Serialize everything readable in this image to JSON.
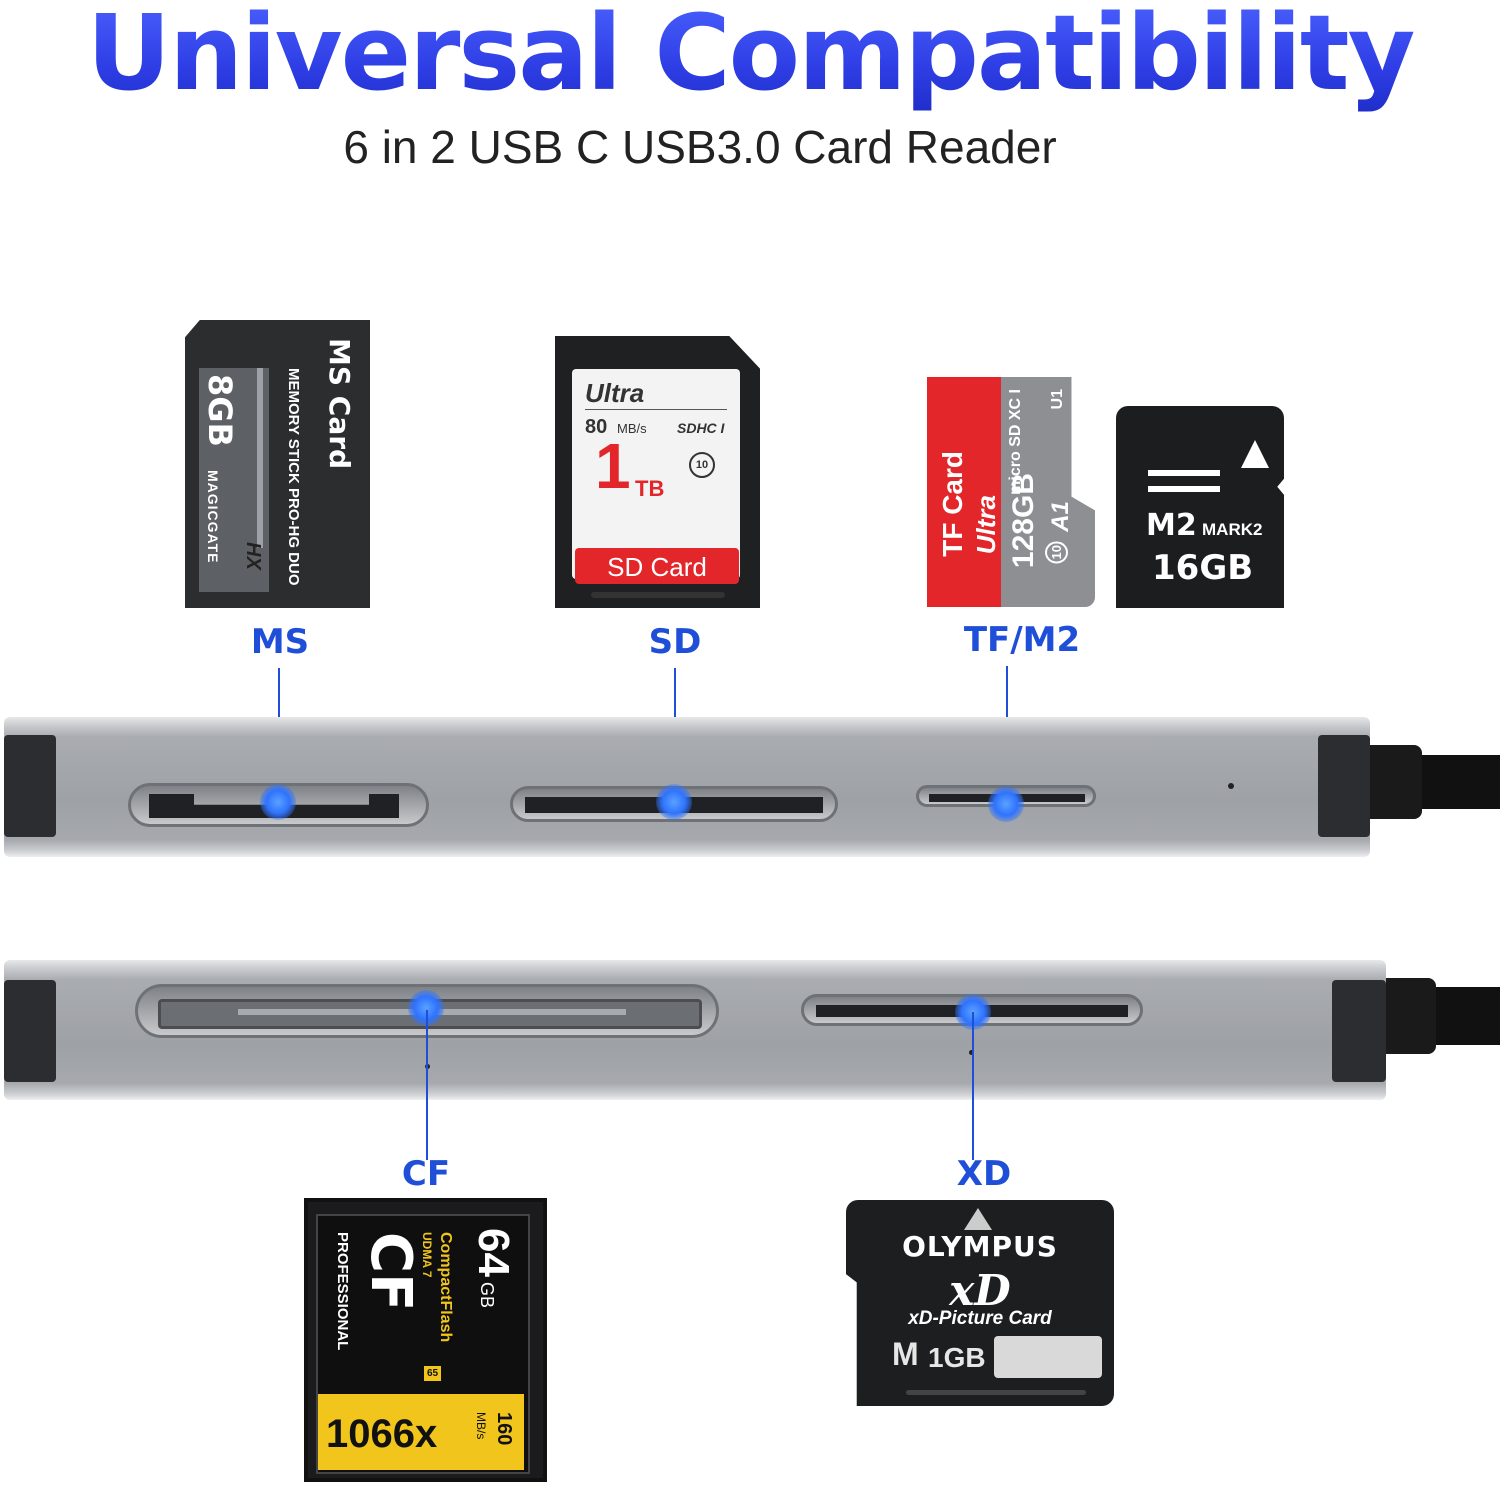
{
  "header": {
    "title": "Universal Compatibility",
    "subtitle": "6 in 2 USB C USB3.0 Card Reader"
  },
  "slot_labels": {
    "ms": "MS",
    "sd": "SD",
    "tf_m2": "TF/M2",
    "cf": "CF",
    "xd": "XD"
  },
  "cards": {
    "ms": {
      "title": "MS Card",
      "capacity": "8GB",
      "line": "MEMORY STICK PRO-HG DUO",
      "brand": "MAGICGATE",
      "badge": "HX"
    },
    "sd": {
      "brand": "Ultra",
      "speed": "80",
      "speed_unit": "MB/s",
      "capacity_num": "1",
      "capacity_unit": "TB",
      "logo": "SDHC I",
      "class": "10",
      "label": "SD Card"
    },
    "tf": {
      "title": "TF Card",
      "brand": "Ultra",
      "capacity": "128GB",
      "logo": "micro SD XC I",
      "class": "10",
      "a_rating": "A1",
      "u_rating": "U1"
    },
    "m2": {
      "model": "M2",
      "sub": "MARK2",
      "capacity": "16GB"
    },
    "cf": {
      "letters": "CF",
      "type": "PROFESSIONAL",
      "capacity_num": "64",
      "capacity_unit": "GB",
      "brand": "CompactFlash",
      "mode": "UDMA 7",
      "speed": "1066x",
      "rate": "160",
      "rate_unit": "MB/s",
      "vpg": "65"
    },
    "xd": {
      "brand": "OLYMPUS",
      "logo": "xD",
      "name": "xD-Picture Card",
      "model": "M",
      "capacity": "1GB"
    }
  },
  "colors": {
    "title_blue": "#3a4ef2",
    "label_blue": "#1f4fd8",
    "marker_blue": "#2f73ff",
    "reader_silver": "#a6a9ae"
  }
}
